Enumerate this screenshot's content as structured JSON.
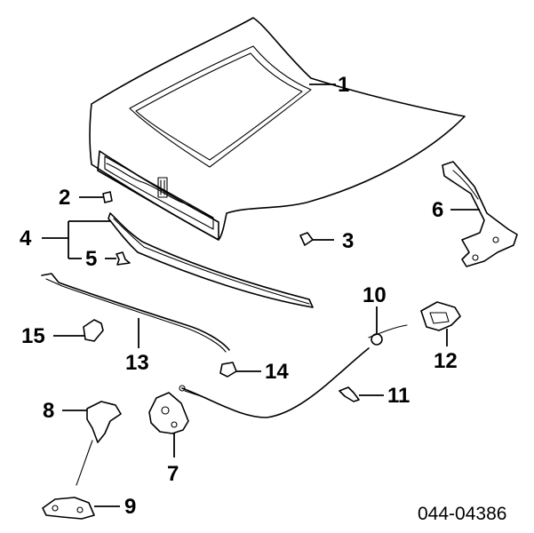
{
  "diagram": {
    "reference_number": "044-04386",
    "callouts": {
      "c1": "1",
      "c2": "2",
      "c3": "3",
      "c4": "4",
      "c5": "5",
      "c6": "6",
      "c7": "7",
      "c8": "8",
      "c9": "9",
      "c10": "10",
      "c11": "11",
      "c12": "12",
      "c13": "13",
      "c14": "14",
      "c15": "15"
    }
  }
}
